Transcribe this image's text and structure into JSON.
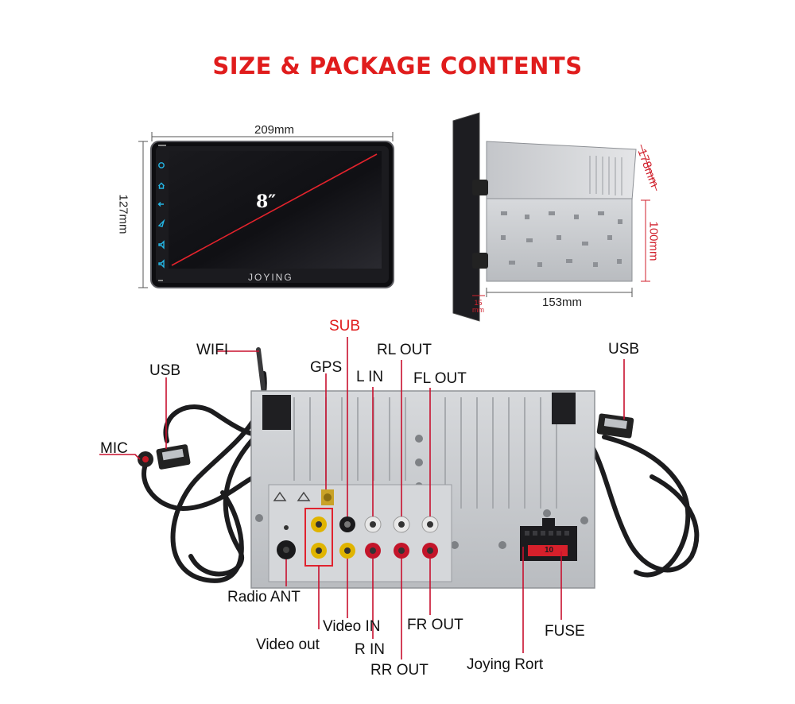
{
  "title": "SIZE & PACKAGE CONTENTS",
  "front_view": {
    "width_label": "209mm",
    "height_label": "127mm",
    "diagonal_label": "8″",
    "brand": "JOYING",
    "side_icons": [
      "power-icon",
      "home-icon",
      "back-icon",
      "navigation-icon",
      "volume-up-icon",
      "volume-down-icon"
    ]
  },
  "side_view": {
    "depth_label": "178mm",
    "height_label": "100mm",
    "length_label": "153mm",
    "bezel_label": "15\nmm"
  },
  "rear_view": {
    "labels": {
      "wifi": "WIFI",
      "usb_left": "USB",
      "mic": "MIC",
      "sub": "SUB",
      "gps": "GPS",
      "l_in": "L IN",
      "rl_out": "RL OUT",
      "fl_out": "FL OUT",
      "usb_right": "USB",
      "radio_ant": "Radio ANT",
      "video_in": "Video IN",
      "video_out": "Video out",
      "r_in": "R IN",
      "rr_out": "RR OUT",
      "fr_out": "FR OUT",
      "fuse": "FUSE",
      "joying_port": "Joying Rort"
    },
    "fuse_value": "10"
  },
  "colors": {
    "accent": "#e01c1c",
    "leader": "#c8102e"
  }
}
